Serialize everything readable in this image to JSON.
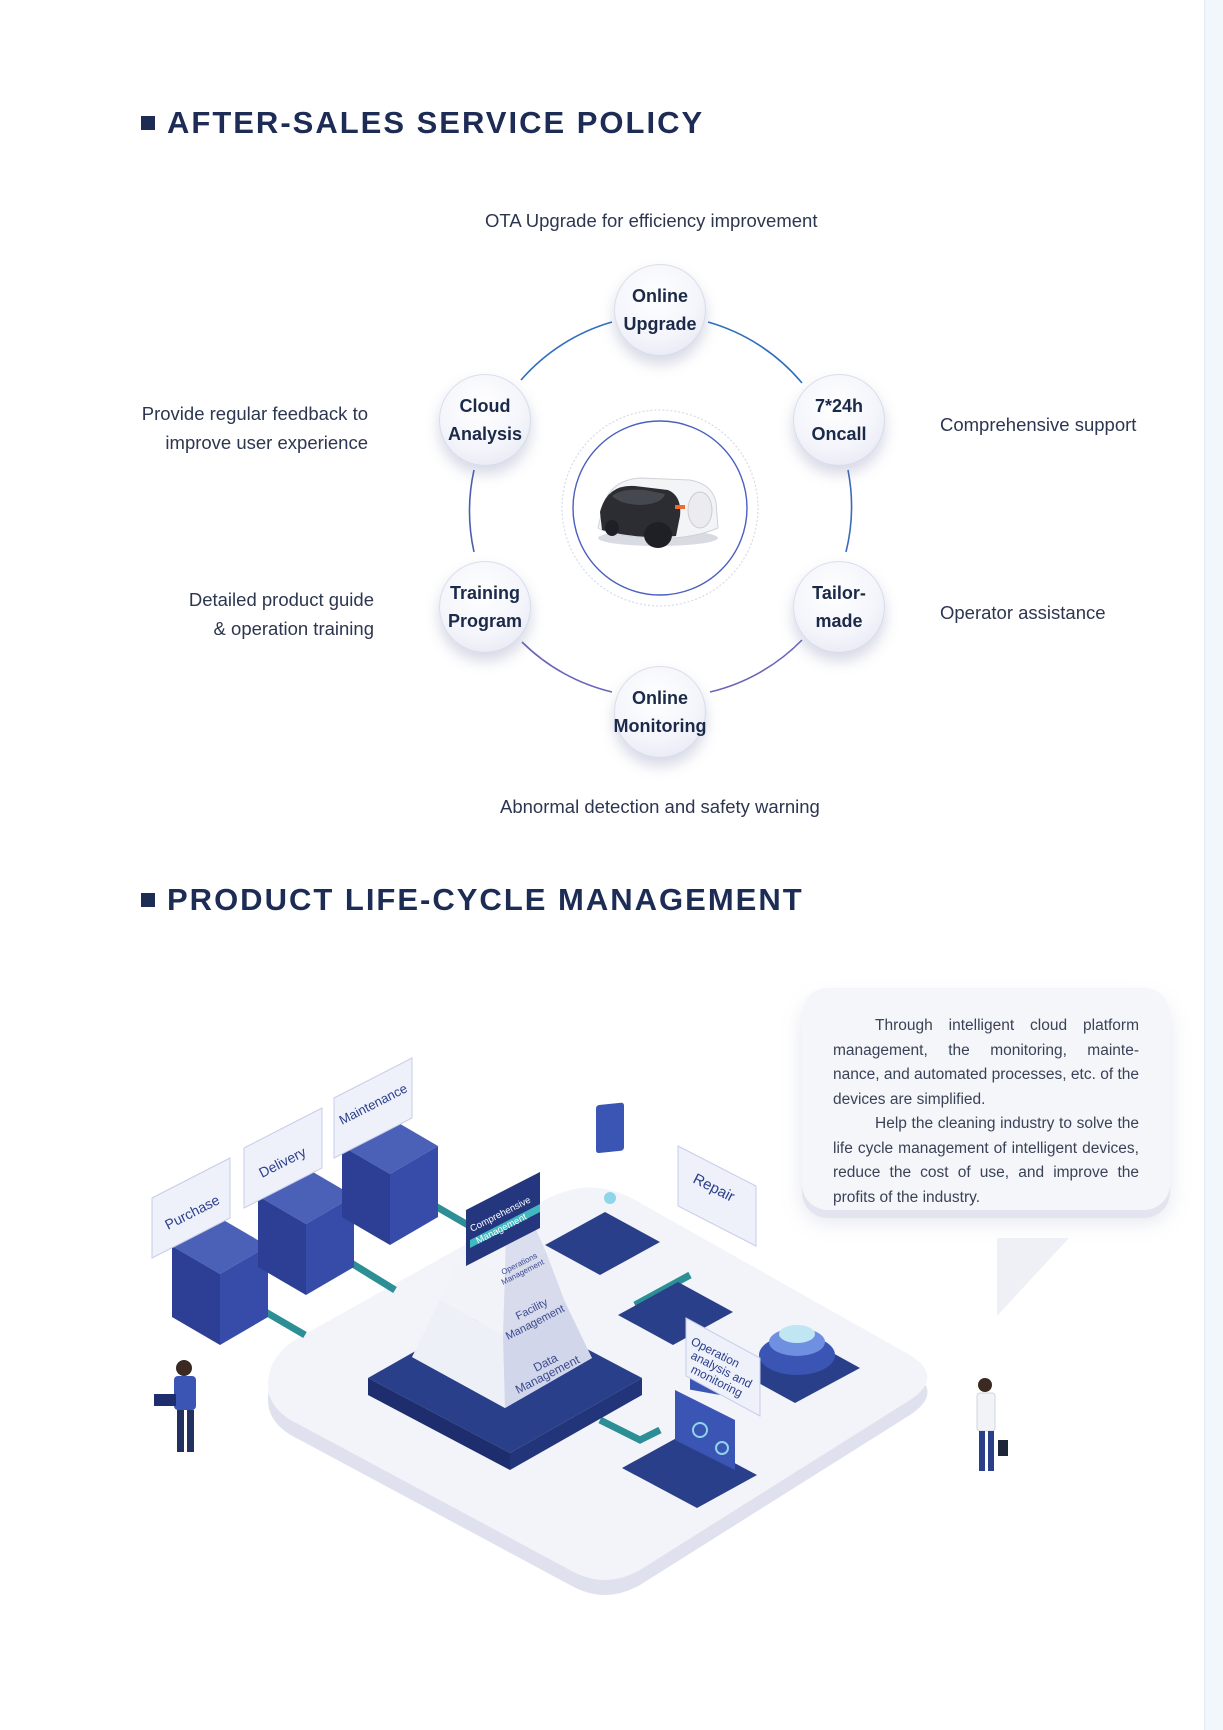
{
  "section1": {
    "title": "AFTER-SALES SERVICE POLICY",
    "top_label": "OTA Upgrade for efficiency improvement",
    "bottom_label": "Abnormal detection and safety warning",
    "left_top": [
      "Provide regular feedback to",
      "improve user experience"
    ],
    "left_bottom": [
      "Detailed product guide",
      "& operation training"
    ],
    "right_top": "Comprehensive support",
    "right_bottom": "Operator assistance",
    "nodes": {
      "top": [
        "Online",
        "Upgrade"
      ],
      "top_right": [
        "7*24h",
        "Oncall"
      ],
      "bottom_right": [
        "Tailor-",
        "made"
      ],
      "bottom": [
        "Online",
        "Monitoring"
      ],
      "bottom_left": [
        "Training",
        "Program"
      ],
      "top_left": [
        "Cloud",
        "Analysis"
      ]
    },
    "colors": {
      "ring_blue": "#2e6fc0",
      "ring_purple": "#6a67b8",
      "title": "#1c2c55"
    }
  },
  "section2": {
    "title": "PRODUCT LIFE-CYCLE MANAGEMENT",
    "bubble": [
      "Through intelligent cloud platform management, the monitoring, mainte- nance, and automated processes, etc. of the devices are simplified.",
      "Help the cleaning industry to solve the life cycle management of intelligent devices, reduce the cost of use, and improve the profits of the industry."
    ],
    "cards": {
      "purchase": "Purchase",
      "delivery": "Delivery",
      "maintenance": "Maintenance",
      "repair": "Repair",
      "operation": [
        "Operation",
        "analysis and",
        "monitoring"
      ]
    },
    "pyramid": {
      "top": [
        "Comprehensive",
        "Management"
      ],
      "level2": [
        "Operations",
        "Management"
      ],
      "level3": [
        "Facility",
        "Management"
      ],
      "level4": [
        "Data",
        "Management"
      ]
    },
    "colors": {
      "navy": "#2a3f8a",
      "teal": "#2b8f95",
      "platform": "#eceef6"
    }
  }
}
